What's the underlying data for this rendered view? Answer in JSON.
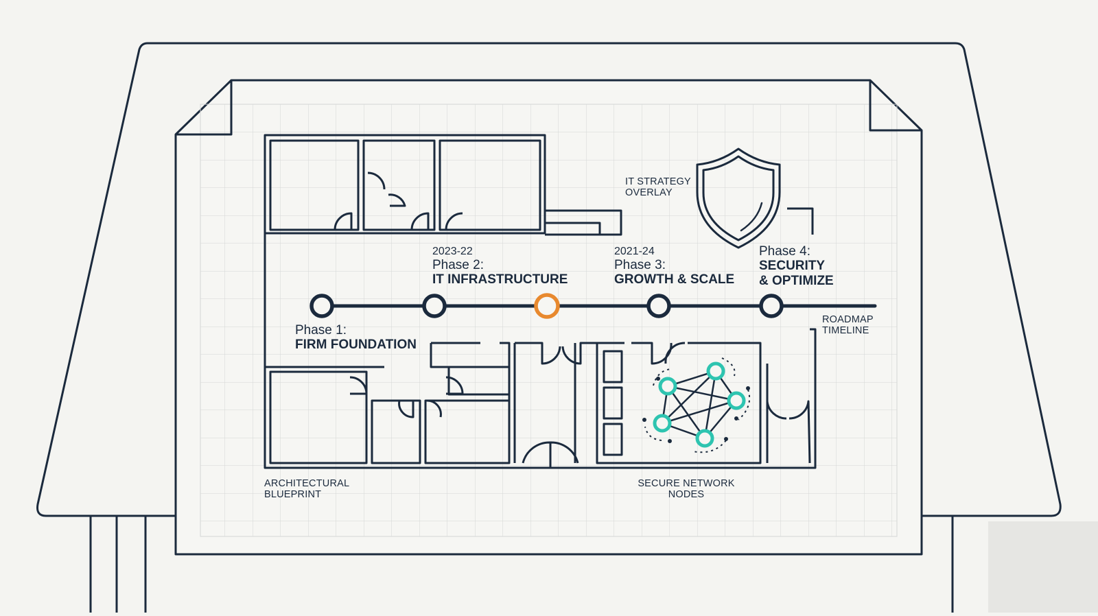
{
  "colors": {
    "background": "#f4f4f1",
    "ink": "#1b2a3d",
    "grid": "#d4d6d6",
    "accent_orange": "#e8892e",
    "accent_teal": "#2ec4b0"
  },
  "labels": {
    "strategy_overlay": [
      "IT STRATEGY",
      "OVERLAY"
    ],
    "roadmap_timeline": [
      "ROADMAP",
      "TIMELINE"
    ],
    "architectural_blueprint": [
      "ARCHITECTURAL",
      "BLUEPRINT"
    ],
    "secure_network_nodes": [
      "SECURE NETWORK",
      "NODES"
    ]
  },
  "timeline": {
    "phases": [
      {
        "phase": "Phase 1:",
        "title": "FIRM FOUNDATION"
      },
      {
        "year": "2023-22",
        "phase": "Phase 2:",
        "title": "IT INFRASTRUCTURE"
      },
      {
        "year": "2021-24",
        "phase": "Phase 3:",
        "title": "GROWTH & SCALE"
      },
      {
        "phase": "Phase 4:",
        "title_lines": [
          "SECURITY",
          "& OPTIMIZE"
        ]
      }
    ],
    "highlighted_marker": "orange-marker"
  },
  "icons": {
    "shield": "shield-icon",
    "network": "network-nodes-icon"
  }
}
